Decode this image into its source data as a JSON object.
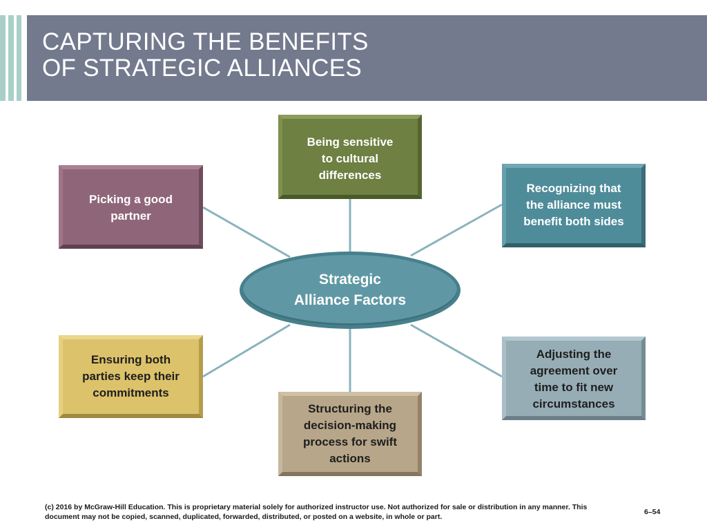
{
  "slide": {
    "title": "CAPTURING THE BENEFITS\nOF STRATEGIC ALLIANCES",
    "center": "Strategic\nAlliance Factors",
    "factors": {
      "partner": "Picking a good\npartner",
      "culture": "Being sensitive\nto cultural\ndifferences",
      "benefit": "Recognizing that\nthe alliance must\nbenefit both sides",
      "commit": "Ensuring both\nparties keep their\ncommitments",
      "struct": "Structuring the\ndecision-making\nprocess for swift\nactions",
      "adjust": "Adjusting the\nagreement over\ntime to fit new\ncircumstances"
    },
    "footer": "(c) 2016 by McGraw-Hill Education. This is proprietary material solely for authorized instructor use. Not authorized for sale or distribution in any manner. This document may not be copied, scanned, duplicated, forwarded, distributed, or posted on a website, in whole or part.",
    "slide_number": "6–54"
  },
  "colors": {
    "title_band": "#737a8e",
    "accent_bars": "#a9cfc8",
    "connector": "#8ab3bd",
    "partner": "#8f6679",
    "culture": "#6e8042",
    "benefit": "#4f8c9a",
    "commit": "#dcc26a",
    "struct": "#b7a68a",
    "adjust": "#97adb6",
    "center": "#5f98a4"
  }
}
